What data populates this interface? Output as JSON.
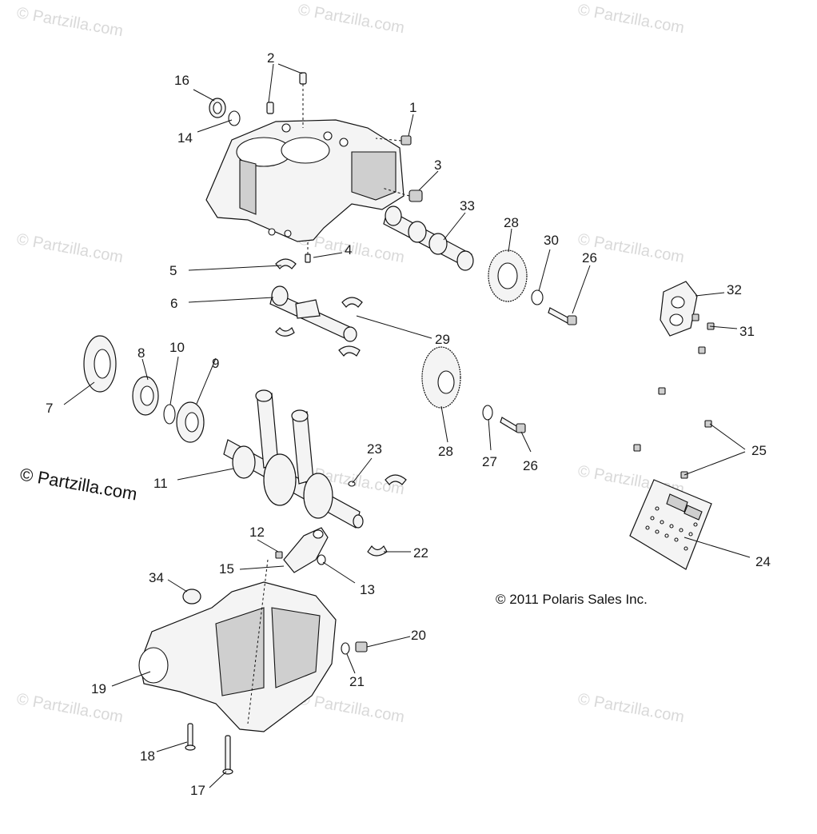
{
  "watermark": {
    "text": "© Partzilla.com",
    "main_text": "© Partzilla.com"
  },
  "copyright": "© 2011 Polaris Sales Inc.",
  "callouts": {
    "c1": "1",
    "c2": "2",
    "c3": "3",
    "c4": "4",
    "c5": "5",
    "c6": "6",
    "c7": "7",
    "c8": "8",
    "c9": "9",
    "c10": "10",
    "c11": "11",
    "c12": "12",
    "c13": "13",
    "c14": "14",
    "c15": "15",
    "c16": "16",
    "c17": "17",
    "c18": "18",
    "c19": "19",
    "c20": "20",
    "c21": "21",
    "c22": "22",
    "c23": "23",
    "c24": "24",
    "c25": "25",
    "c26a": "26",
    "c26b": "26",
    "c27": "27",
    "c28a": "28",
    "c28b": "28",
    "c29": "29",
    "c30": "30",
    "c31": "31",
    "c32": "32",
    "c33": "33",
    "c34": "34"
  }
}
